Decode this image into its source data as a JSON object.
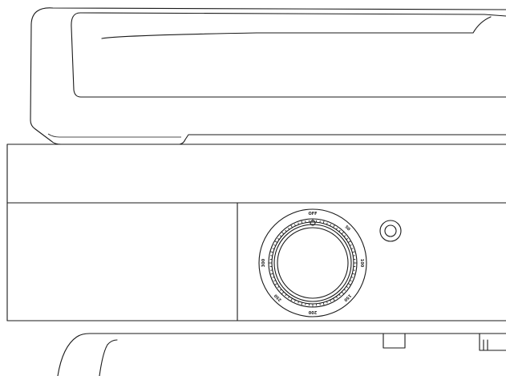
{
  "dial": {
    "marks": [
      {
        "label": "OFF",
        "angle": 0
      },
      {
        "label": "50",
        "angle": 45
      },
      {
        "label": "100",
        "angle": 90
      },
      {
        "label": "150",
        "angle": 135
      },
      {
        "label": "200",
        "angle": 180
      },
      {
        "label": "250",
        "angle": 225
      },
      {
        "label": "300",
        "angle": 270
      }
    ]
  },
  "colors": {
    "stroke": "#1a1a1a",
    "background": "#ffffff"
  }
}
